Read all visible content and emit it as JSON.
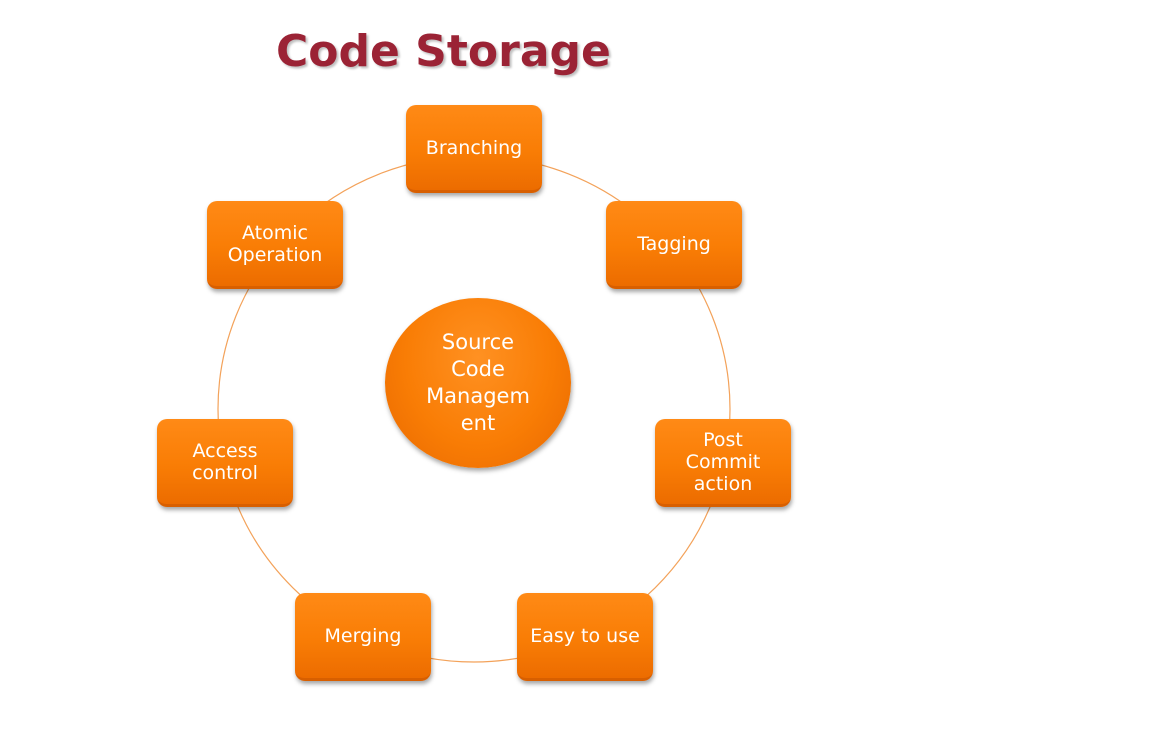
{
  "title": "Code Storage",
  "center": {
    "label": "Source\nCode\nManagem\nent"
  },
  "nodes": [
    {
      "label": "Branching"
    },
    {
      "label": "Tagging"
    },
    {
      "label": "Post\nCommit\naction"
    },
    {
      "label": "Easy to use"
    },
    {
      "label": "Merging"
    },
    {
      "label": "Access\ncontrol"
    },
    {
      "label": "Atomic\nOperation"
    }
  ],
  "colors": {
    "title": "#9b2335",
    "node": "#f97d05",
    "ring": "#f3a25a"
  }
}
